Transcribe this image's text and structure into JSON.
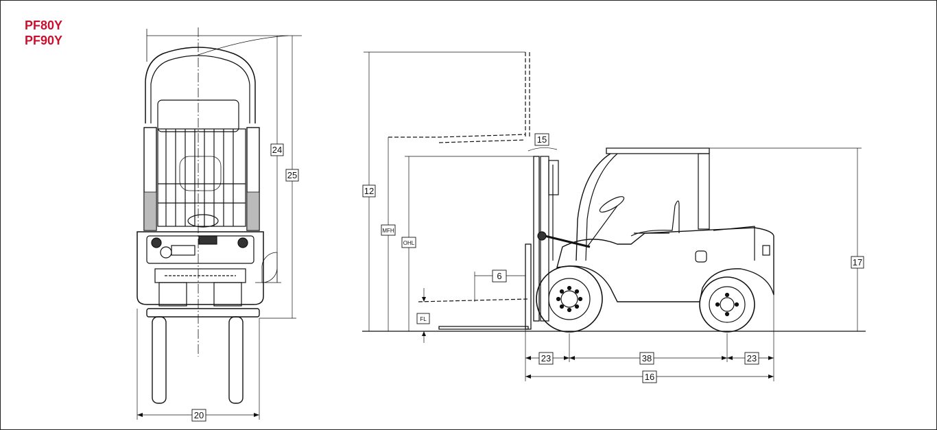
{
  "models": [
    "PF80Y",
    "PF90Y"
  ],
  "colors": {
    "model_text": "#c8102e",
    "line": "#111111"
  },
  "front_view": {
    "dims": {
      "d24": "24",
      "d25": "25",
      "d20": "20"
    }
  },
  "side_view": {
    "dims": {
      "d12": "12",
      "mfh": "MFH",
      "ohl": "OHL",
      "fl": "FL",
      "d6": "6",
      "d15": "15",
      "d17": "17",
      "d23a": "23",
      "d38": "38",
      "d23b": "23",
      "d16": "16"
    }
  }
}
